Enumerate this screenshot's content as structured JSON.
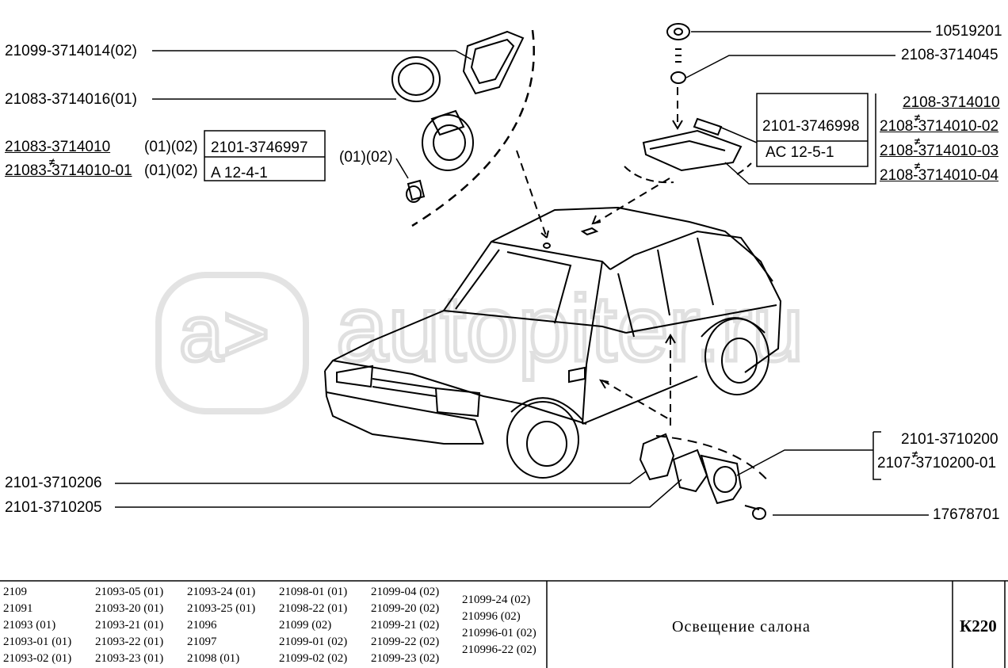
{
  "watermark": {
    "text": "autopiter.ru",
    "logo": "a>"
  },
  "callouts": {
    "left_top_1": "21099-3714014(02)",
    "left_top_2": "21083-3714016(01)",
    "left_mid_1": "21083-3714010",
    "left_mid_1_suffix": "(01)(02)",
    "left_mid_2": "21083-3714010-01",
    "left_mid_2_suffix": "(01)(02)",
    "bulb_left_code": "2101-3746997",
    "bulb_left_spec": "A 12-4-1",
    "bulb_left_suffix": "(01)(02)",
    "right_1": "10519201",
    "right_2": "2108-3714045",
    "bulb_right_code": "2101-3746998",
    "bulb_right_spec": "AC 12-5-1",
    "right_lamp_1": "2108-3714010",
    "right_lamp_2": "2108-3714010-02",
    "right_lamp_3": "2108-3714010-03",
    "right_lamp_4": "2108-3714010-04",
    "switch_1": "2101-3710200",
    "switch_2": "2107-3710200-01",
    "screw": "17678701",
    "cap_1": "2101-3710206",
    "cap_2": "2101-3710205",
    "ne_mark": "≠"
  },
  "models": {
    "col1": [
      "2109",
      "21091",
      "21093 (01)",
      "21093-01 (01)",
      "21093-02 (01)"
    ],
    "col2": [
      "21093-05 (01)",
      "21093-20 (01)",
      "21093-21 (01)",
      "21093-22 (01)",
      "21093-23 (01)"
    ],
    "col3": [
      "21093-24 (01)",
      "21093-25 (01)",
      "21096",
      "21097",
      "21098 (01)"
    ],
    "col4": [
      "21098-01 (01)",
      "21098-22 (01)",
      "21099 (02)",
      "21099-01 (02)",
      "21099-02 (02)"
    ],
    "col5": [
      "21099-04 (02)",
      "21099-20 (02)",
      "21099-21 (02)",
      "21099-22 (02)",
      "21099-23 (02)"
    ],
    "col6": [
      "21099-24 (02)",
      "210996 (02)",
      "210996-01 (02)",
      "210996-22 (02)"
    ]
  },
  "title": "Освещение салона",
  "code": "К220"
}
